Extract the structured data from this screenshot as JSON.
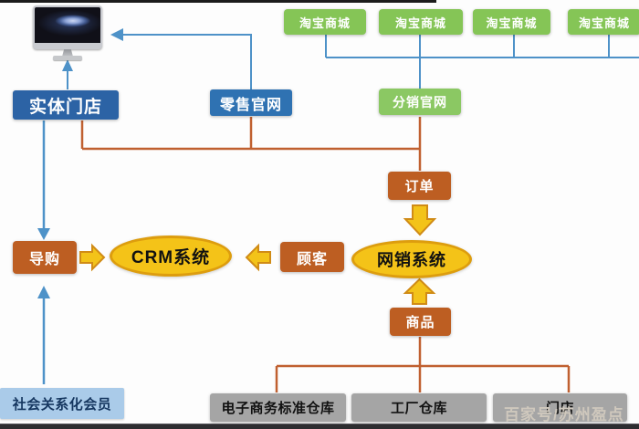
{
  "nodes": {
    "taobao_malls": [
      "淘宝商城",
      "淘宝商城",
      "淘宝商城",
      "淘宝商城"
    ],
    "physical_store": "实体门店",
    "retail_site": "零售官网",
    "distribution_site": "分销官网",
    "order": "订单",
    "guide": "导购",
    "crm_system": "CRM系统",
    "customer": "顾客",
    "online_sales_system": "网销系统",
    "product": "商品",
    "social_member": "社会关系化会员",
    "warehouses": [
      "电子商务标准仓库",
      "工厂仓库",
      "门店"
    ]
  },
  "watermark": "百家号/苏州盈点",
  "icons": {
    "computer": "imac-computer-icon"
  },
  "colors": {
    "blue_box": "#2c63a5",
    "blue_box_light": "#2f72b2",
    "green_box": "#85c556",
    "brown_box": "#bd5e22",
    "yellow_fill": "#f4c318",
    "yellow_border": "#dd9d0e",
    "light_blue_box": "#aacbe9",
    "gray_box": "#a5a5a5",
    "blue_line": "#4e92c8",
    "orange_line": "#c06030"
  }
}
